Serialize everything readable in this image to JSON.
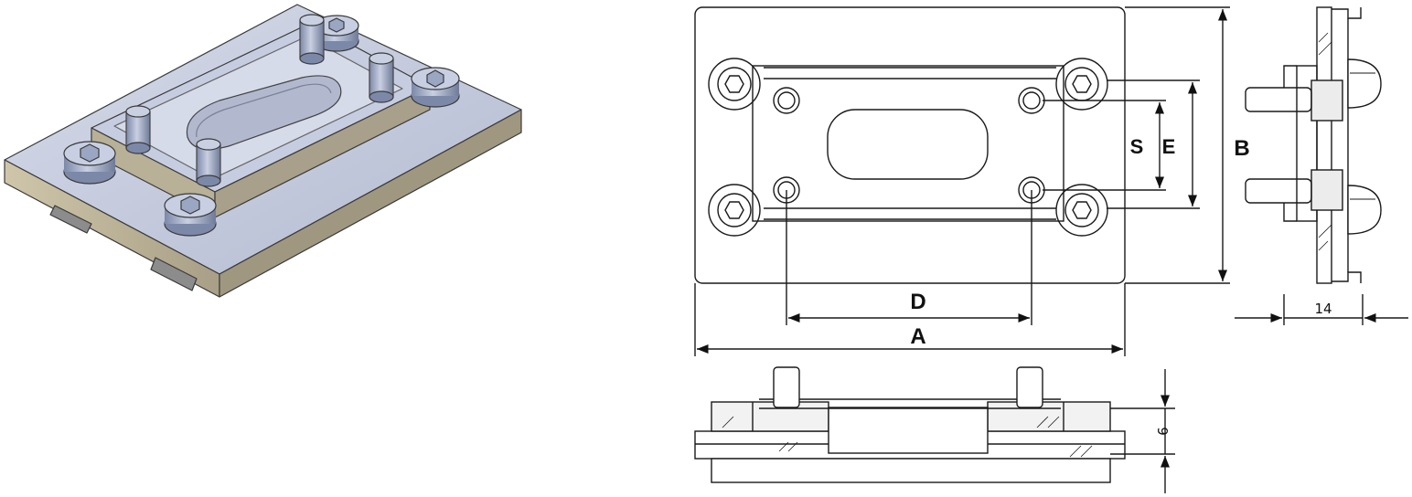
{
  "drawing": {
    "labels": {
      "a": "A",
      "b": "B",
      "d": "D",
      "e": "E",
      "s": "S"
    },
    "dimensions": {
      "side_thickness": "14",
      "height": "9"
    },
    "colors": {
      "line": "#1a1a1a",
      "plate_top": "#c3c9dc",
      "plate_side": "#b3aa90",
      "bolt": "#9aa6c2",
      "section_fill": "#e6e6e6"
    }
  }
}
